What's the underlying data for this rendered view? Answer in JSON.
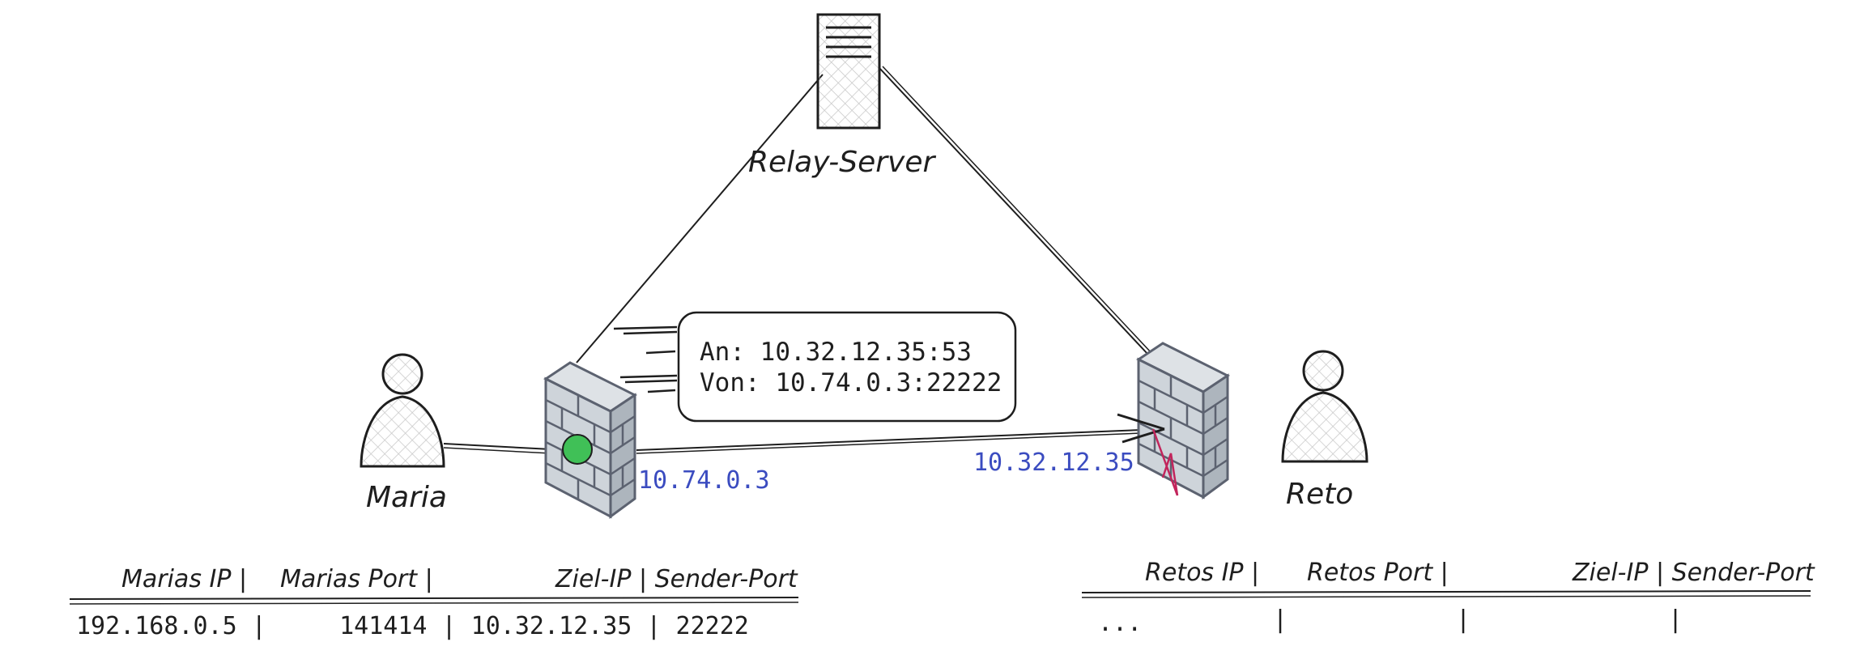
{
  "colors": {
    "stroke": "#1e1e1e",
    "ip_label": "#3b4cc0",
    "brick_fill": "#ced4da",
    "brick_stroke": "#5c6270",
    "nat_dot": "#40c057",
    "blocked": "#c2255c"
  },
  "nodes": {
    "relay_server": {
      "label": "Relay-Server",
      "icon": "server-icon"
    },
    "maria": {
      "label": "Maria",
      "icon": "person-icon"
    },
    "reto": {
      "label": "Reto",
      "icon": "person-icon"
    },
    "maria_firewall": {
      "ip": "10.74.0.3",
      "icon": "firewall-icon"
    },
    "reto_firewall": {
      "ip": "10.32.12.35",
      "icon": "firewall-icon"
    }
  },
  "packet": {
    "line1": "An: 10.32.12.35:53",
    "line2": "Von: 10.74.0.3:22222"
  },
  "maria_table": {
    "headers": [
      "Marias IP |",
      "Marias Port |",
      "Ziel-IP | Sender-Port"
    ],
    "row": "192.168.0.5 |     141414 | 10.32.12.35 | 22222"
  },
  "reto_table": {
    "headers": [
      "Retos IP |",
      "Retos Port |",
      "Ziel-IP | Sender-Port"
    ],
    "row": [
      "...",
      "|",
      "|",
      "|"
    ]
  }
}
